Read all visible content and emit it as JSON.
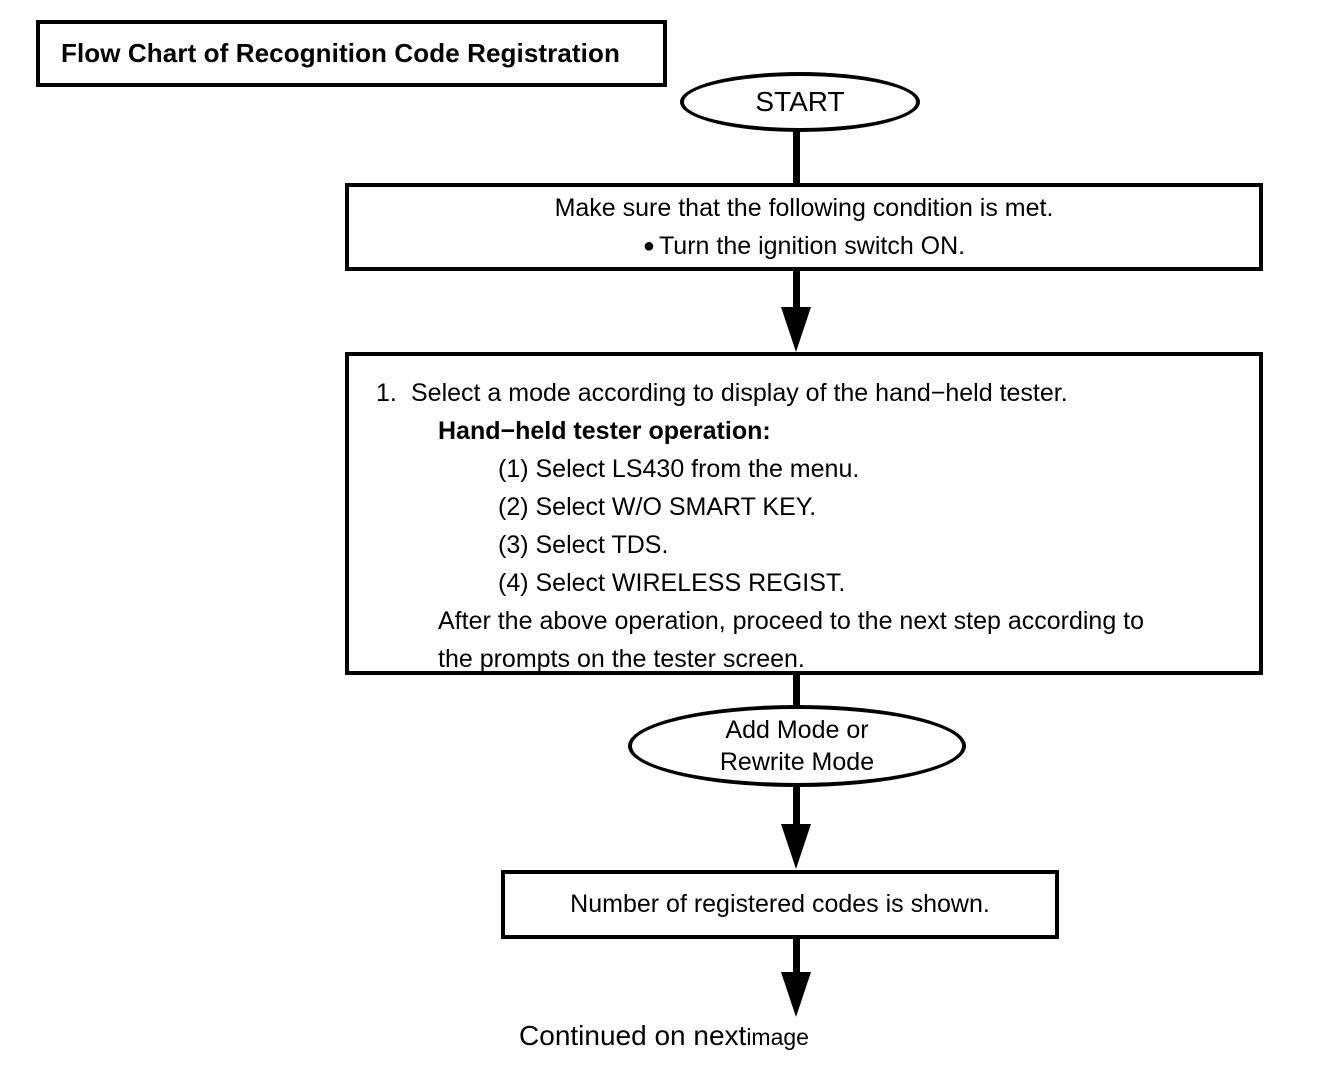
{
  "title": {
    "text": "Flow Chart of Recognition Code Registration"
  },
  "nodes": {
    "start": {
      "label": "START"
    },
    "condition": {
      "line1": "Make sure that the following condition is met.",
      "bullet_glyph": "●",
      "line2": "Turn the ignition switch ON."
    },
    "steps": {
      "number": "1.",
      "headline": "Select a mode according to display of the hand−held tester.",
      "subhead": "Hand−held tester operation:",
      "items": [
        "(1) Select LS430 from the menu.",
        "(2) Select W/O SMART KEY.",
        "(3) Select TDS.",
        "(4) Select WIRELESS REGIST."
      ],
      "closing_line1": "After the above operation, proceed to the next step according to",
      "closing_line2": "the prompts on the tester screen."
    },
    "mode": {
      "line1": "Add Mode or",
      "line2": "Rewrite Mode"
    },
    "count": {
      "label": "Number of registered codes is shown."
    }
  },
  "footer": {
    "main": "Continued on next",
    "sub": "image"
  },
  "colors": {
    "stroke": "#000000",
    "background": "#ffffff"
  }
}
